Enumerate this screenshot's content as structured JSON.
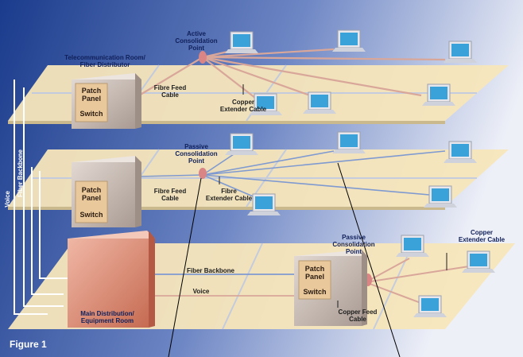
{
  "caption": "Figure 1",
  "floors": [
    {
      "name": "top",
      "labels": {
        "telecom_room": "Telecommunication Room/\nFiber Distributor",
        "patch_panel": "Patch\nPanel",
        "switch": "Switch",
        "active_cp": "Active\nConsolidation\nPoint",
        "fibre_feed": "Fibre Feed\nCable",
        "copper_ext": "Copper\nExtender Cable"
      }
    },
    {
      "name": "middle",
      "labels": {
        "patch_panel": "Patch\nPanel",
        "switch": "Switch",
        "passive_cp": "Passive\nConsolidation\nPoint",
        "fibre_feed": "Fibre Feed\nCable",
        "fibre_ext": "Fibre\nExtender Cable"
      }
    },
    {
      "name": "bottom",
      "labels": {
        "main_dist": "Main Distribution/\nEquipment Room",
        "fiber_backbone": "Fiber Backbone",
        "voice": "Voice",
        "patch_panel": "Patch\nPanel",
        "switch": "Switch",
        "passive_cp": "Passive\nConsolidation\nPoint",
        "copper_feed": "Copper Feed\nCable",
        "copper_ext": "Copper\nExtender Cable"
      }
    }
  ],
  "riser": {
    "voice": "Voice",
    "fiber_backbone": "Fiber Backbone"
  },
  "colors": {
    "background_dark": "#1f3f8f",
    "background_light": "#e8ecf6",
    "floor": "#f7e6bb",
    "cabinet": "#c7b9b0",
    "main_cabinet": "#d98a73",
    "cable_pink": "#d9a79a",
    "cable_blue": "#7f9ad0",
    "screen": "#3aa2d8"
  }
}
